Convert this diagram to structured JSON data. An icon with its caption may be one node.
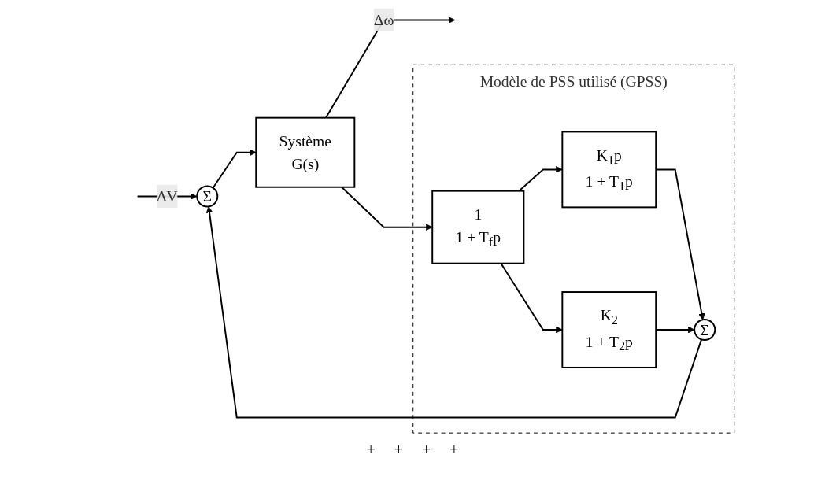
{
  "diagram": {
    "nodes": [
      {
        "text": [
          "Σ"
        ]
      },
      {
        "text": [
          "Système",
          "G(s)"
        ]
      },
      {
        "text": [
          "Modèle de PSS utilisé (GPSS)"
        ]
      },
      {
        "text": [
          "Σ"
        ],
        "in": 2
      },
      {
        "text": [
          "K$_{1}$p",
          "1 + T$_{1}$p"
        ],
        "in": 2
      },
      {
        "text": [
          "K$_{2}$",
          "1 + T$_{2}$p"
        ],
        "in": 2
      },
      {
        "text": [
          "1",
          "1 + T$_{f}$p"
        ],
        "in": 2
      }
    ],
    "edges": [
      {
        "from": null,
        "to": 0,
        "arrow": "to",
        "label": "ΔV"
      },
      {
        "from": 0,
        "to": 1,
        "arrow": "to"
      },
      {
        "from": 1,
        "to": null,
        "arrow": "to",
        "label": "Δω"
      },
      {
        "from": 1,
        "to": 6,
        "arrow": "to"
      },
      {
        "from": 6,
        "to": 4,
        "arrow": "to"
      },
      {
        "from": 6,
        "to": 5,
        "arrow": "to"
      },
      {
        "from": 4,
        "to": 3,
        "arrow": "to"
      },
      {
        "from": 5,
        "to": 3,
        "arrow": "to"
      },
      {
        "from": 3,
        "to": 0,
        "arrow": "to"
      }
    ],
    "labels": [
      "+",
      "+",
      "+",
      "+"
    ]
  }
}
